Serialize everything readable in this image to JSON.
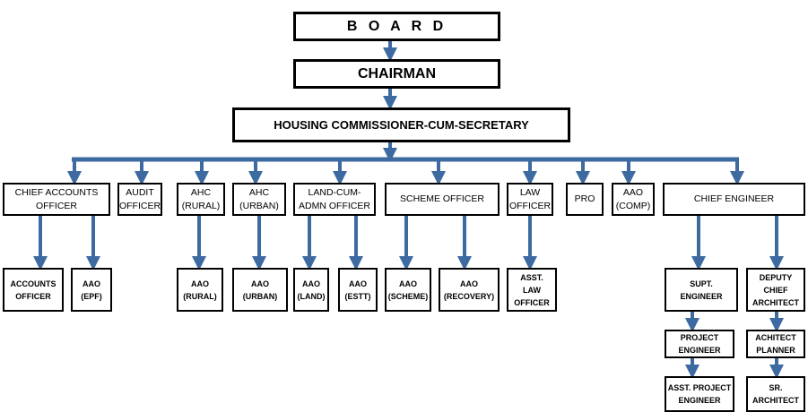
{
  "top": {
    "board": "B O A R D",
    "chairman": "CHAIRMAN",
    "housing_commissioner": "HOUSING COMMISSIONER-CUM-SECRETARY"
  },
  "departments": [
    "CHIEF ACCOUNTS\nOFFICER",
    "AUDIT\nOFFICER",
    "AHC\n(RURAL)",
    "AHC\n(URBAN)",
    "LAND-CUM-\nADMN OFFICER",
    "SCHEME OFFICER",
    "LAW\nOFFICER",
    "PRO",
    "AAO\n(COMP)",
    "CHIEF ENGINEER"
  ],
  "sub_offices": [
    "ACCOUNTS\nOFFICER",
    "AAO\n(EPF)",
    "AAO\n(RURAL)",
    "AAO\n(URBAN)",
    "AAO\n(LAND)",
    "AAO\n(ESTT)",
    "AAO\n(SCHEME)",
    "AAO\n(RECOVERY)",
    "ASST.\nLAW\nOFFICER",
    "SUPT.\nENGINEER",
    "DEPUTY\nCHIEF\nARCHITECT"
  ],
  "engineering_chain": [
    "PROJECT\nENGINEER",
    "ASST. PROJECT\nENGINEER"
  ],
  "architecture_chain": [
    "ACHITECT\nPLANNER",
    "SR.\nARCHITECT"
  ],
  "colors": {
    "arrow": "#3d6aa0",
    "border": "#000000",
    "background": "#ffffff"
  }
}
